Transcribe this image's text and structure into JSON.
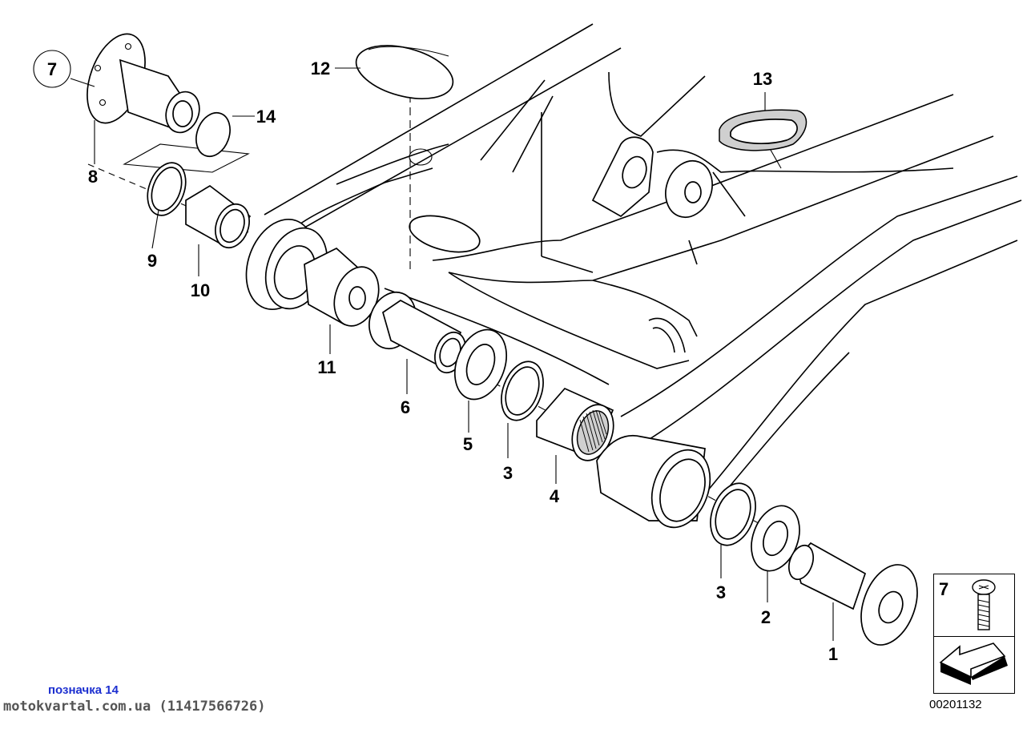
{
  "callouts": [
    {
      "id": "7",
      "label": "7"
    },
    {
      "id": "8",
      "label": "8"
    },
    {
      "id": "9",
      "label": "9"
    },
    {
      "id": "10",
      "label": "10"
    },
    {
      "id": "11",
      "label": "11"
    },
    {
      "id": "12",
      "label": "12"
    },
    {
      "id": "13",
      "label": "13"
    },
    {
      "id": "14",
      "label": "14"
    },
    {
      "id": "6",
      "label": "6"
    },
    {
      "id": "5",
      "label": "5"
    },
    {
      "id": "3a",
      "label": "3"
    },
    {
      "id": "4",
      "label": "4"
    },
    {
      "id": "3b",
      "label": "3"
    },
    {
      "id": "2",
      "label": "2"
    },
    {
      "id": "1",
      "label": "1"
    }
  ],
  "caption": {
    "link_text": "позначка 14",
    "site_text": "motokvartal.com.ua (11417566726)"
  },
  "legend": {
    "item_number": "7",
    "item_icon": "screw-icon",
    "direction_icon": "arrow-icon"
  },
  "diagram_number": "00201132",
  "colors": {
    "link": "#1c2fd0",
    "line": "#000000"
  }
}
